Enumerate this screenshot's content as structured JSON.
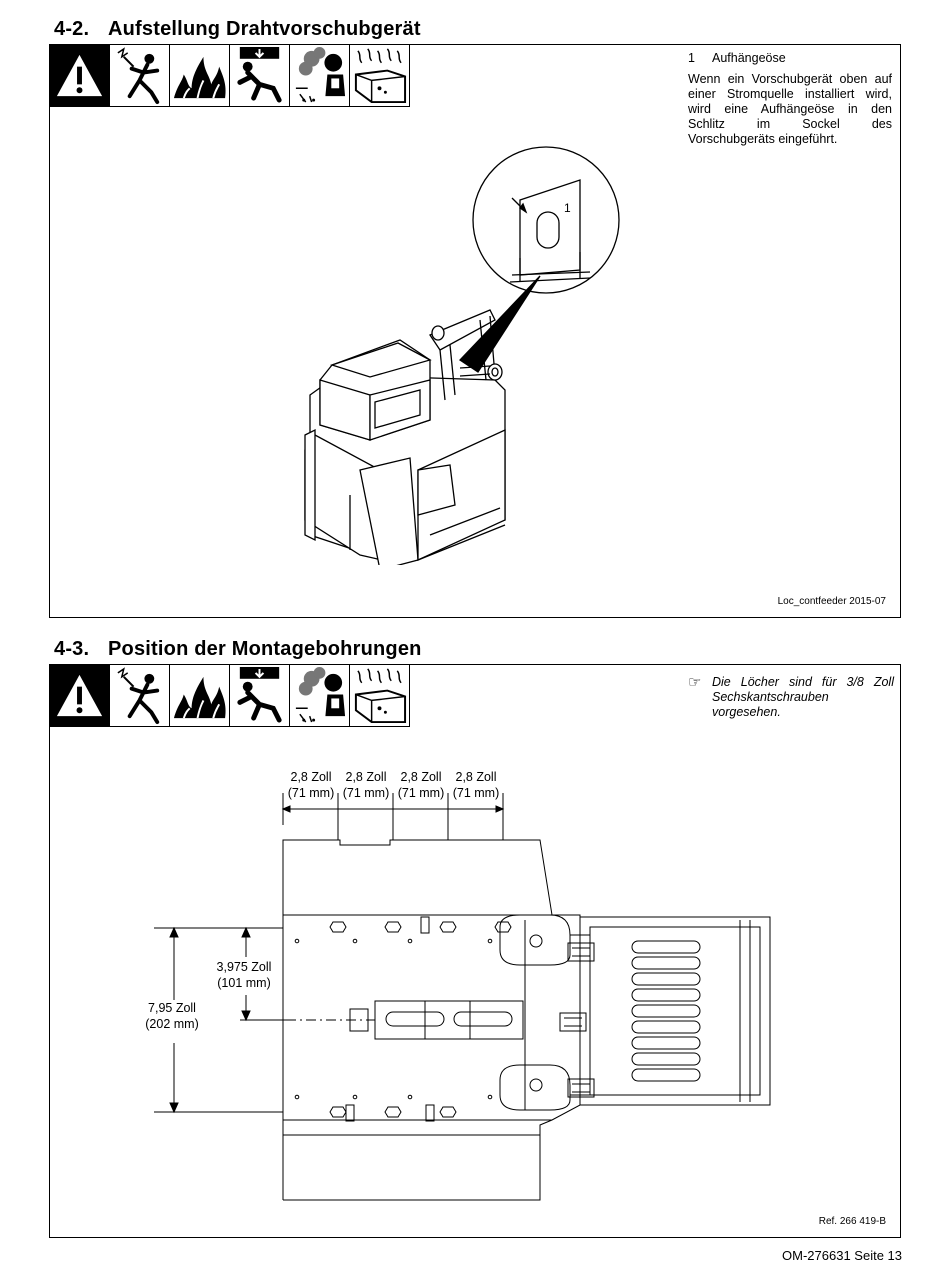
{
  "section1": {
    "number": "4-2.",
    "title": "Aufstellung Drahtvorschubgerät",
    "callout_number": "1",
    "callout_title": "Aufhängeöse",
    "description": "Wenn ein Vorschubgerät oben auf einer Stromquelle installiert wird, wird eine Aufhängeöse in den Schlitz im Sockel des Vorschubgeräts eingeführt.",
    "diagram_label": "1",
    "ref": "Loc_contfeeder 2015-07"
  },
  "section2": {
    "number": "4-3.",
    "title": "Position der Montagebohrungen",
    "note": "Die Löcher sind für 3/8 Zoll Sechskantschrauben vorgesehen.",
    "dims_top": [
      {
        "inch": "2,8 Zoll",
        "mm": "(71 mm)"
      },
      {
        "inch": "2,8 Zoll",
        "mm": "(71 mm)"
      },
      {
        "inch": "2,8 Zoll",
        "mm": "(71 mm)"
      },
      {
        "inch": "2,8 Zoll",
        "mm": "(71 mm)"
      }
    ],
    "dim_half": {
      "inch": "3,975 Zoll",
      "mm": "(101 mm)"
    },
    "dim_full": {
      "inch": "7,95 Zoll",
      "mm": "(202 mm)"
    },
    "ref": "Ref. 266 419-B"
  },
  "safety_icons": [
    "warning-triangle-icon",
    "electric-shock-icon",
    "fire-icon",
    "falling-equipment-icon",
    "fumes-gases-icon",
    "hot-parts-icon"
  ],
  "footer": "OM-276631 Seite 13"
}
